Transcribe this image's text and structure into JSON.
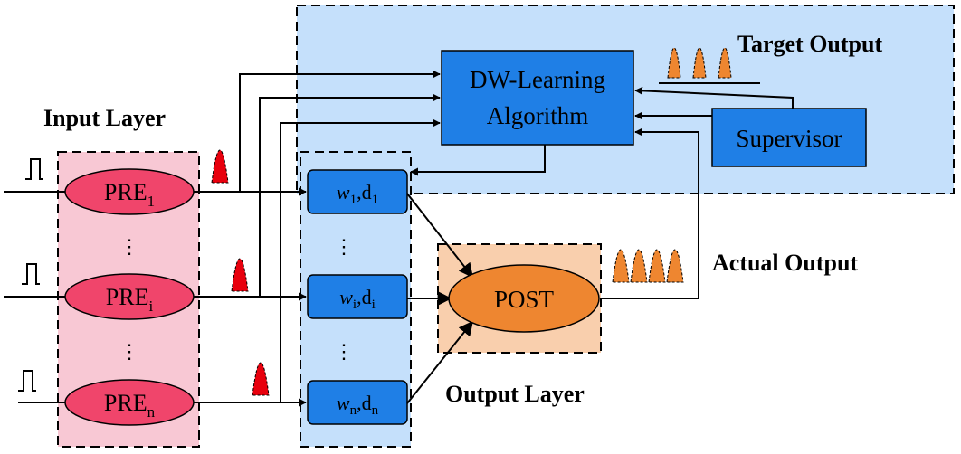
{
  "labels": {
    "target_output": "Target Output",
    "input_layer": "Input Layer",
    "actual_output": "Actual Output",
    "output_layer": "Output Layer"
  },
  "algorithm": {
    "line1": "DW-Learning",
    "line2": "Algorithm"
  },
  "supervisor": "Supervisor",
  "post": "POST",
  "pre_neurons": [
    {
      "base": "PRE",
      "sub": "1"
    },
    {
      "base": "PRE",
      "sub": "i"
    },
    {
      "base": "PRE",
      "sub": "n"
    }
  ],
  "synapses": [
    {
      "w": "w",
      "w_sub": "1",
      "d": "d",
      "d_sub": "1"
    },
    {
      "w": "w",
      "w_sub": "i",
      "d": "d",
      "d_sub": "i"
    },
    {
      "w": "w",
      "w_sub": "n",
      "d": "d",
      "d_sub": "n"
    }
  ],
  "ellipsis": "⋮",
  "colors": {
    "supervisor_region": "#c5e0fb",
    "input_region": "#f8c8d4",
    "synapse_region": "#c5e0fb",
    "output_region": "#f9cfad",
    "algorithm_box": "#1f7fe6",
    "pre_neuron": "#f0456b",
    "post_neuron": "#ee8630",
    "input_spike": "#e8000d",
    "output_spike": "#ee8630"
  }
}
